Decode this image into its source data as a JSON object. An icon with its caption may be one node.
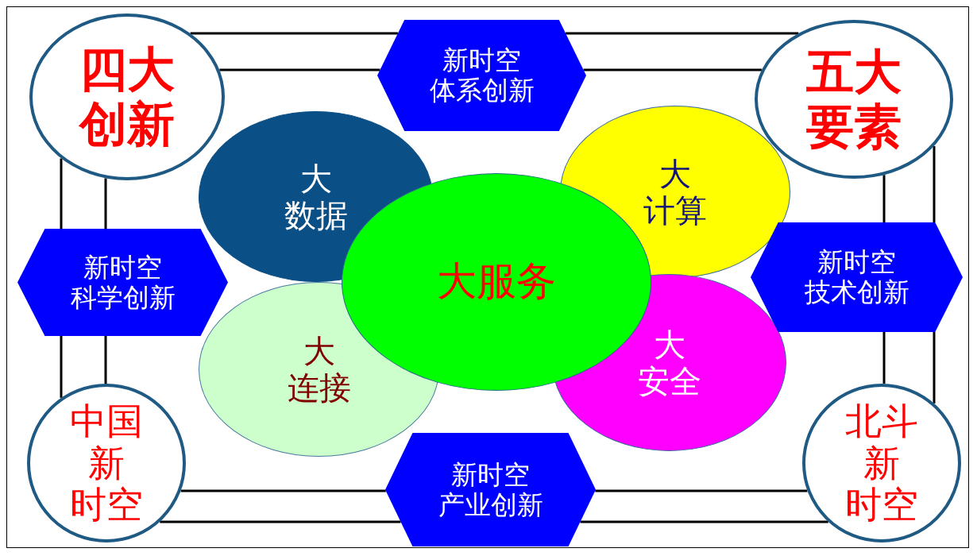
{
  "diagram": {
    "nodes": [
      {
        "text": [
          "四大创新"
        ]
      },
      {
        "text": [
          "新时空体系创新"
        ]
      },
      {
        "text": [
          "五大要素"
        ]
      },
      {
        "text": [
          "新时空科学创新"
        ]
      },
      {
        "text": [
          "大数据"
        ]
      },
      {
        "text": [
          "大计算"
        ]
      },
      {
        "text": [
          "大服务"
        ]
      },
      {
        "text": [
          "大连接"
        ]
      },
      {
        "text": [
          "大安全"
        ]
      },
      {
        "text": [
          "新时空技术创新"
        ]
      },
      {
        "text": [
          "中国新时空"
        ]
      },
      {
        "text": [
          "新时空产业创新"
        ]
      },
      {
        "text": [
          "北斗新时空"
        ]
      }
    ],
    "edges": [
      {
        "from": 0,
        "to": 1,
        "arrow": "none"
      },
      {
        "from": 0,
        "to": 1,
        "arrow": "none"
      },
      {
        "from": 2,
        "to": 1,
        "arrow": "none"
      },
      {
        "from": 2,
        "to": 1,
        "arrow": "none"
      },
      {
        "from": 0,
        "to": 3,
        "arrow": "none"
      },
      {
        "from": 0,
        "to": 3,
        "arrow": "none"
      },
      {
        "from": 10,
        "to": 3,
        "arrow": "none"
      },
      {
        "from": 10,
        "to": 3,
        "arrow": "none"
      },
      {
        "from": 10,
        "to": 11,
        "arrow": "none"
      },
      {
        "from": 10,
        "to": 11,
        "arrow": "none"
      },
      {
        "from": 12,
        "to": 11,
        "arrow": "none"
      },
      {
        "from": 12,
        "to": 11,
        "arrow": "none"
      },
      {
        "from": 2,
        "to": 9,
        "arrow": "none"
      },
      {
        "from": 2,
        "to": 9,
        "arrow": "none"
      },
      {
        "from": 12,
        "to": 9,
        "arrow": "none"
      },
      {
        "from": 12,
        "to": 9,
        "arrow": "none"
      }
    ]
  }
}
